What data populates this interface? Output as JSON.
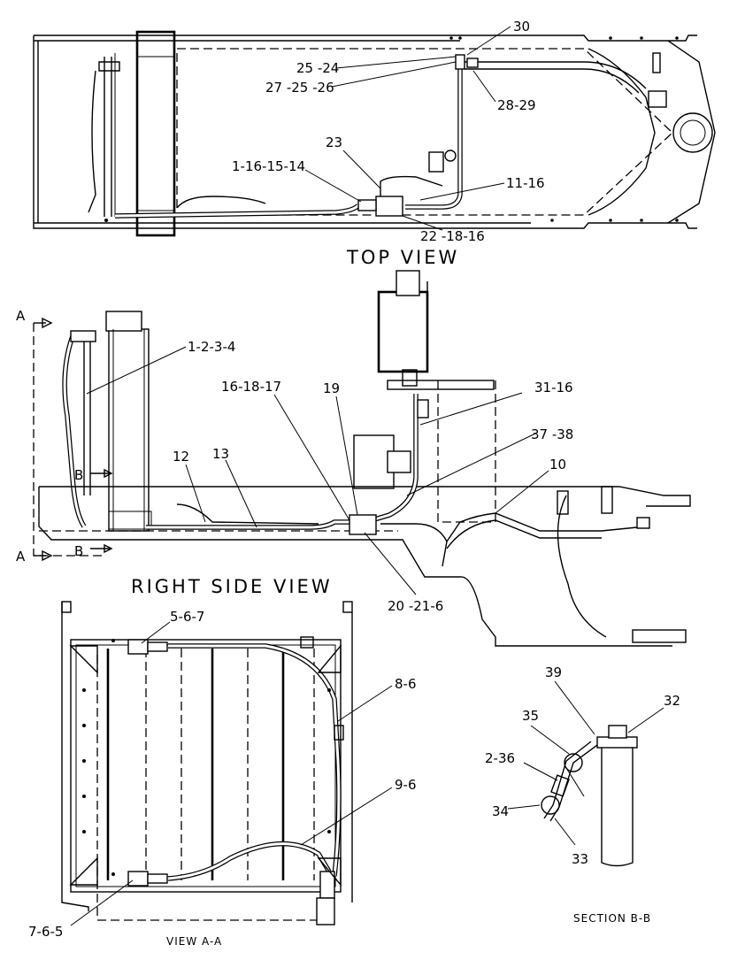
{
  "views": {
    "top": "TOP VIEW",
    "right_side": "RIGHT SIDE VIEW",
    "view_aa": "VIEW A-A",
    "section_bb": "SECTION B-B"
  },
  "section_markers": {
    "a_top": "A",
    "a_bottom": "A",
    "b_top": "B",
    "b_bottom": "B"
  },
  "callouts": {
    "top": [
      "30",
      "25 -24",
      "27 -25 -26",
      "28-29",
      "23",
      "1-16-15-14",
      "11-16",
      "22 -18-16"
    ],
    "right_side": [
      "1-2-3-4",
      "16-18-17",
      "19",
      "31-16",
      "37 -38",
      "10",
      "12",
      "13",
      "20 -21-6"
    ],
    "view_aa": [
      "5-6-7",
      "8-6",
      "9-6",
      "7-6-5"
    ],
    "section_bb": [
      "39",
      "32",
      "35",
      "2-36",
      "34",
      "33"
    ]
  }
}
